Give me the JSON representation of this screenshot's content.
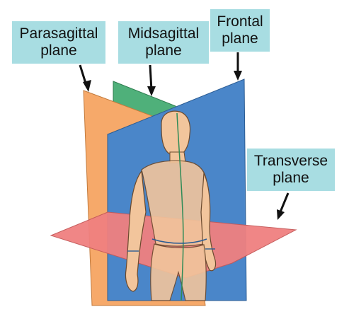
{
  "labels": {
    "parasagittal": {
      "line1": "Parasagittal",
      "line2": "plane"
    },
    "midsagittal": {
      "line1": "Midsagittal",
      "line2": "plane"
    },
    "frontal": {
      "line1": "Frontal",
      "line2": "plane"
    },
    "transverse": {
      "line1": "Transverse",
      "line2": "plane"
    }
  },
  "colors": {
    "label_bg": "#a8dde2",
    "parasagittal_plane": "#f6a96a",
    "midsagittal_plane": "#4fb07a",
    "frontal_plane": "#4a86c9",
    "transverse_plane": "#f08080",
    "skin": "#f2c59c",
    "outline": "#6b4a2e"
  }
}
